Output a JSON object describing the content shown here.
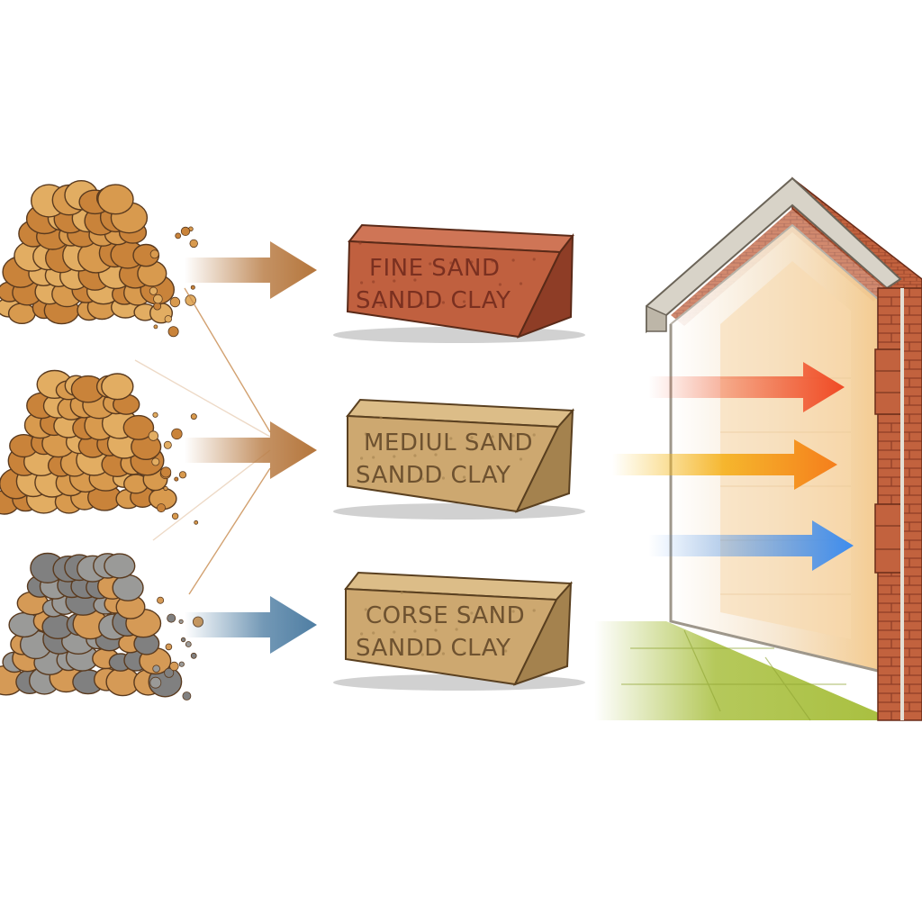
{
  "bricks": [
    {
      "line1": "FINE SAND",
      "line2": "SANDD CLAY",
      "face_color": "#c0603f",
      "top_color": "#cf7556",
      "side_color": "#8e3d26",
      "text_color": "#7a3020"
    },
    {
      "line1": "MEDIUL SAND",
      "line2": "SANDD CLAY",
      "face_color": "#cda870",
      "top_color": "#dcbd88",
      "side_color": "#a4824e",
      "text_color": "#6e5230"
    },
    {
      "line1": "CORSE SAND",
      "line2": "SANDD CLAY",
      "face_color": "#cda870",
      "top_color": "#dcbd88",
      "side_color": "#a4824e",
      "text_color": "#6e5230"
    }
  ],
  "piles": [
    {
      "kind": "fine",
      "colors": [
        "#d89a4e",
        "#c9833a",
        "#e2ad62"
      ]
    },
    {
      "kind": "medium",
      "colors": [
        "#d89a4e",
        "#c9833a",
        "#e2ad62"
      ]
    },
    {
      "kind": "coarse",
      "colors": [
        "#9a9a98",
        "#808080",
        "#d59a56"
      ]
    }
  ],
  "material_arrows": [
    "#b5763c",
    "#b5763c",
    "#4f7ea3"
  ],
  "heat_arrows": [
    "#f04a25",
    "#f5901c",
    "#3d8cee"
  ],
  "house": {
    "brick_color": "#c2623e",
    "roof_trim": "#d8d3c8",
    "ground_color": "#a8bf3e"
  }
}
